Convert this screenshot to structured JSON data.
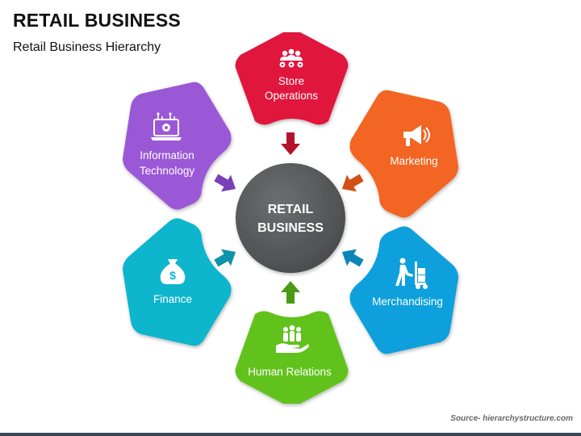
{
  "header": {
    "title": "RETAIL BUSINESS",
    "subtitle": "Retail Business Hierarchy"
  },
  "center": {
    "line1": "RETAIL",
    "line2": "BUSINESS",
    "color": "#58595b"
  },
  "nodes": [
    {
      "id": "store-operations",
      "line1": "Store",
      "line2": "Operations",
      "color": "#e0143c",
      "icon": "team-gears-icon"
    },
    {
      "id": "marketing",
      "line1": "Marketing",
      "line2": "",
      "color": "#f26522",
      "icon": "megaphone-icon"
    },
    {
      "id": "merchandising",
      "line1": "Merchandising",
      "line2": "",
      "color": "#0fa0dc",
      "icon": "hand-truck-icon"
    },
    {
      "id": "human-relations",
      "line1": "Human Relations",
      "line2": "",
      "color": "#62c21f",
      "icon": "people-hand-icon"
    },
    {
      "id": "finance",
      "line1": "Finance",
      "line2": "",
      "color": "#10b5cd",
      "icon": "money-bag-icon"
    },
    {
      "id": "information-technology",
      "line1": "Information",
      "line2": "Technology",
      "color": "#9b59d6",
      "icon": "laptop-gear-icon"
    }
  ],
  "arrows": [
    {
      "id": "store-operations",
      "color": "#b5122c"
    },
    {
      "id": "marketing",
      "color": "#d25015"
    },
    {
      "id": "merchandising",
      "color": "#0c86b8"
    },
    {
      "id": "human-relations",
      "color": "#4c9a14"
    },
    {
      "id": "finance",
      "color": "#0e93a8"
    },
    {
      "id": "information-technology",
      "color": "#7b3fb8"
    }
  ],
  "footer": {
    "source": "Source- hierarchystructure.com"
  }
}
